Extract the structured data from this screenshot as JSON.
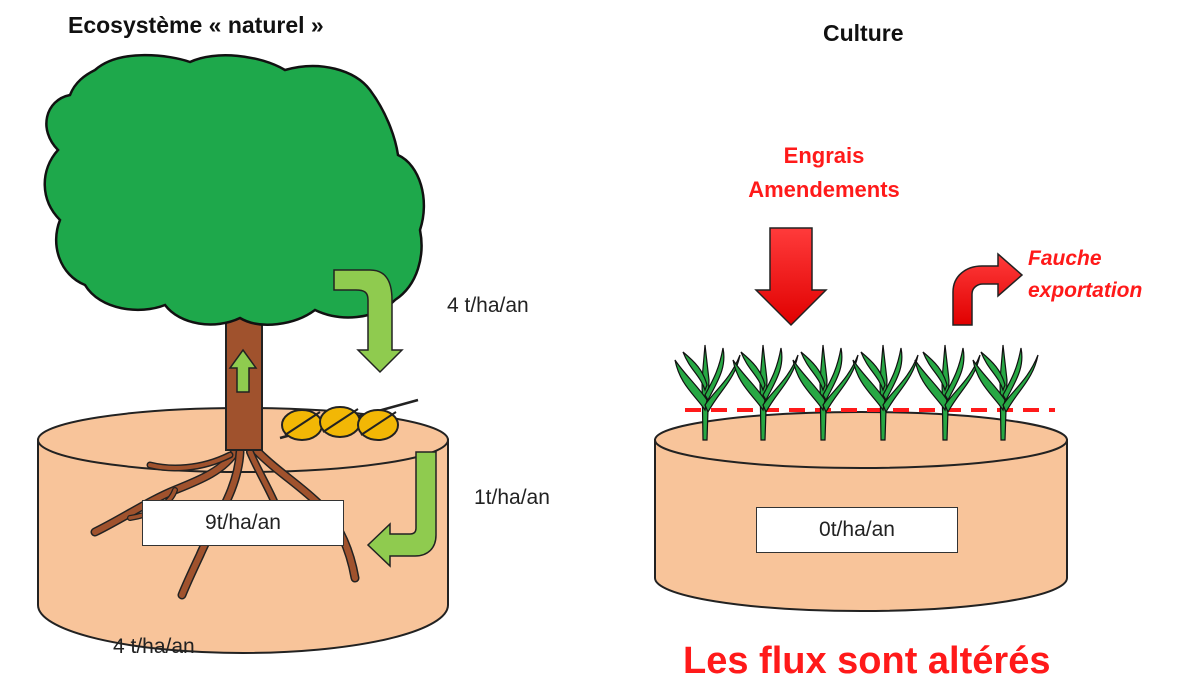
{
  "left": {
    "title": "Ecosystème « naturel »",
    "flux_litter": "4 t/ha/an",
    "flux_roots": "1t/ha/an",
    "flux_bottom": "4 t/ha/an",
    "stock": "9t/ha/an"
  },
  "right": {
    "title": "Culture",
    "inputs_line1": "Engrais",
    "inputs_line2": "Amendements",
    "export_line1": "Fauche",
    "export_line2": "exportation",
    "stock": "0t/ha/an"
  },
  "conclusion": "Les flux sont altérés",
  "colors": {
    "soil": "#f8c49a",
    "canopy": "#1ea84b",
    "trunk": "#a0522d",
    "flow_arrow": "#8fcb4f",
    "seed": "#f2b705",
    "grass": "#27a844",
    "alert_red": "#ff1a1a"
  }
}
